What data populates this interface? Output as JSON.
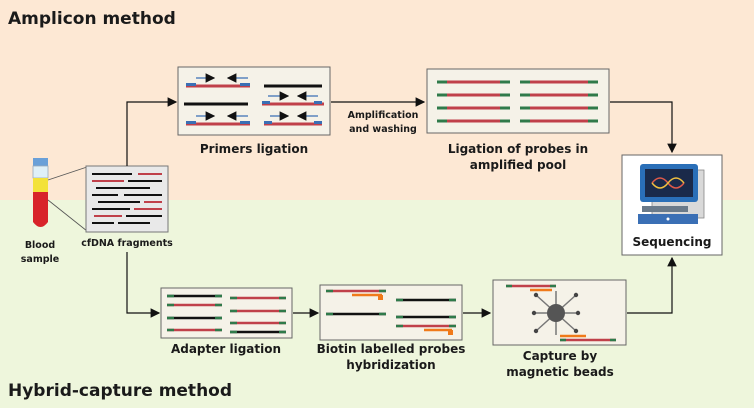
{
  "sections": {
    "amplicon_title": "Amplicon method",
    "hybrid_title": "Hybrid-capture method"
  },
  "labels": {
    "blood_sample_line1": "Blood",
    "blood_sample_line2": "sample",
    "cfdna_fragments": "cfDNA fragments",
    "primers_ligation": "Primers ligation",
    "amplification_line1": "Amplification",
    "amplification_line2": "and washing",
    "ligation_probes_line1": "Ligation of probes in",
    "ligation_probes_line2": "amplified pool",
    "sequencing": "Sequencing",
    "adapter_ligation": "Adapter ligation",
    "biotin_line1": "Biotin labelled probes",
    "biotin_line2": "hybridization",
    "capture_line1": "Capture by",
    "capture_line2": "magnetic beads"
  },
  "colors": {
    "amplicon_bg": "#fde8d4",
    "hybrid_bg": "#eef6dc",
    "dna_red": "#c0404a",
    "dna_black": "#111111",
    "adapter_green": "#2f7a4a",
    "primer_blue": "#3a6fb5",
    "biotin_orange": "#f07a1a",
    "monitor_blue": "#2a6fb8",
    "bead_gray": "#555555"
  },
  "icons": {
    "blood_tube": "blood-tube-icon",
    "computer": "sequencer-computer-icon",
    "bead": "magnetic-bead-icon"
  }
}
